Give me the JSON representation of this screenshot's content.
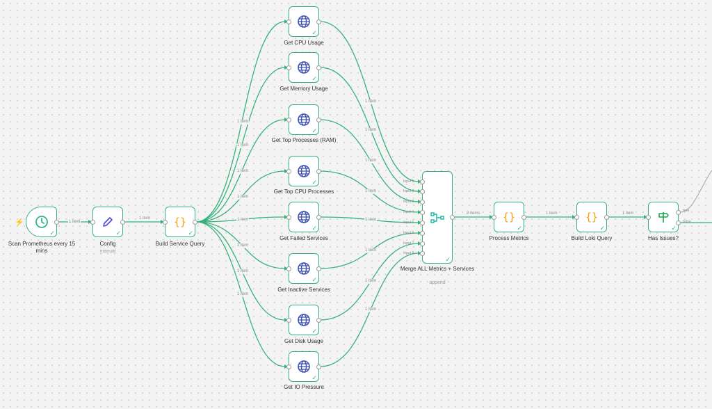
{
  "colors": {
    "edge": "#35b27a",
    "node_border": "#35b27a",
    "code_icon": "#f59e0b",
    "http_icon": "#3f51b5",
    "merge_icon": "#14b8a6",
    "edit_icon": "#4f46e5",
    "trigger_icon": "#2fb68f",
    "if_icon": "#16a34a",
    "bolt": "#ff6d5a"
  },
  "nodes": {
    "scan": {
      "label": "Scan Prometheus every 15 mins",
      "icon": "clock-icon"
    },
    "config": {
      "label": "Config",
      "sub": "manual",
      "icon": "pencil-icon"
    },
    "build_service": {
      "label": "Build Service Query",
      "icon": "code-braces-icon"
    },
    "cpu": {
      "label": "Get CPU Usage",
      "icon": "globe-icon"
    },
    "memory": {
      "label": "Get Memory Usage",
      "icon": "globe-icon"
    },
    "top_processes": {
      "label": "Get Top Processes (RAM)",
      "icon": "globe-icon"
    },
    "top_cpu": {
      "label": "Get Top CPU Processes",
      "icon": "globe-icon"
    },
    "failed": {
      "label": "Get Failed Services",
      "icon": "globe-icon"
    },
    "inactive": {
      "label": "Get Inactive Services",
      "icon": "globe-icon"
    },
    "disk": {
      "label": "Get Disk Usage",
      "icon": "globe-icon"
    },
    "io": {
      "label": "Get IO Pressure",
      "icon": "globe-icon"
    },
    "merge": {
      "label": "Merge ALL Metrics + Services",
      "sub": "append",
      "icon": "merge-icon",
      "inputs": [
        "Input 1",
        "Input 2",
        "Input 3",
        "Input 4",
        "Input 5",
        "Input 6",
        "Input 7",
        "Input 8"
      ]
    },
    "process": {
      "label": "Process Metrics",
      "icon": "code-braces-icon"
    },
    "loki": {
      "label": "Build Loki Query",
      "icon": "code-braces-icon"
    },
    "issues": {
      "label": "Has Issues?",
      "icon": "signpost-icon",
      "out_true": "true",
      "out_false": "false"
    }
  },
  "edge_labels": {
    "one_item": "1 item",
    "eight_items": "8 items"
  },
  "check_mark": "✓",
  "trigger_bolt": "⚡"
}
